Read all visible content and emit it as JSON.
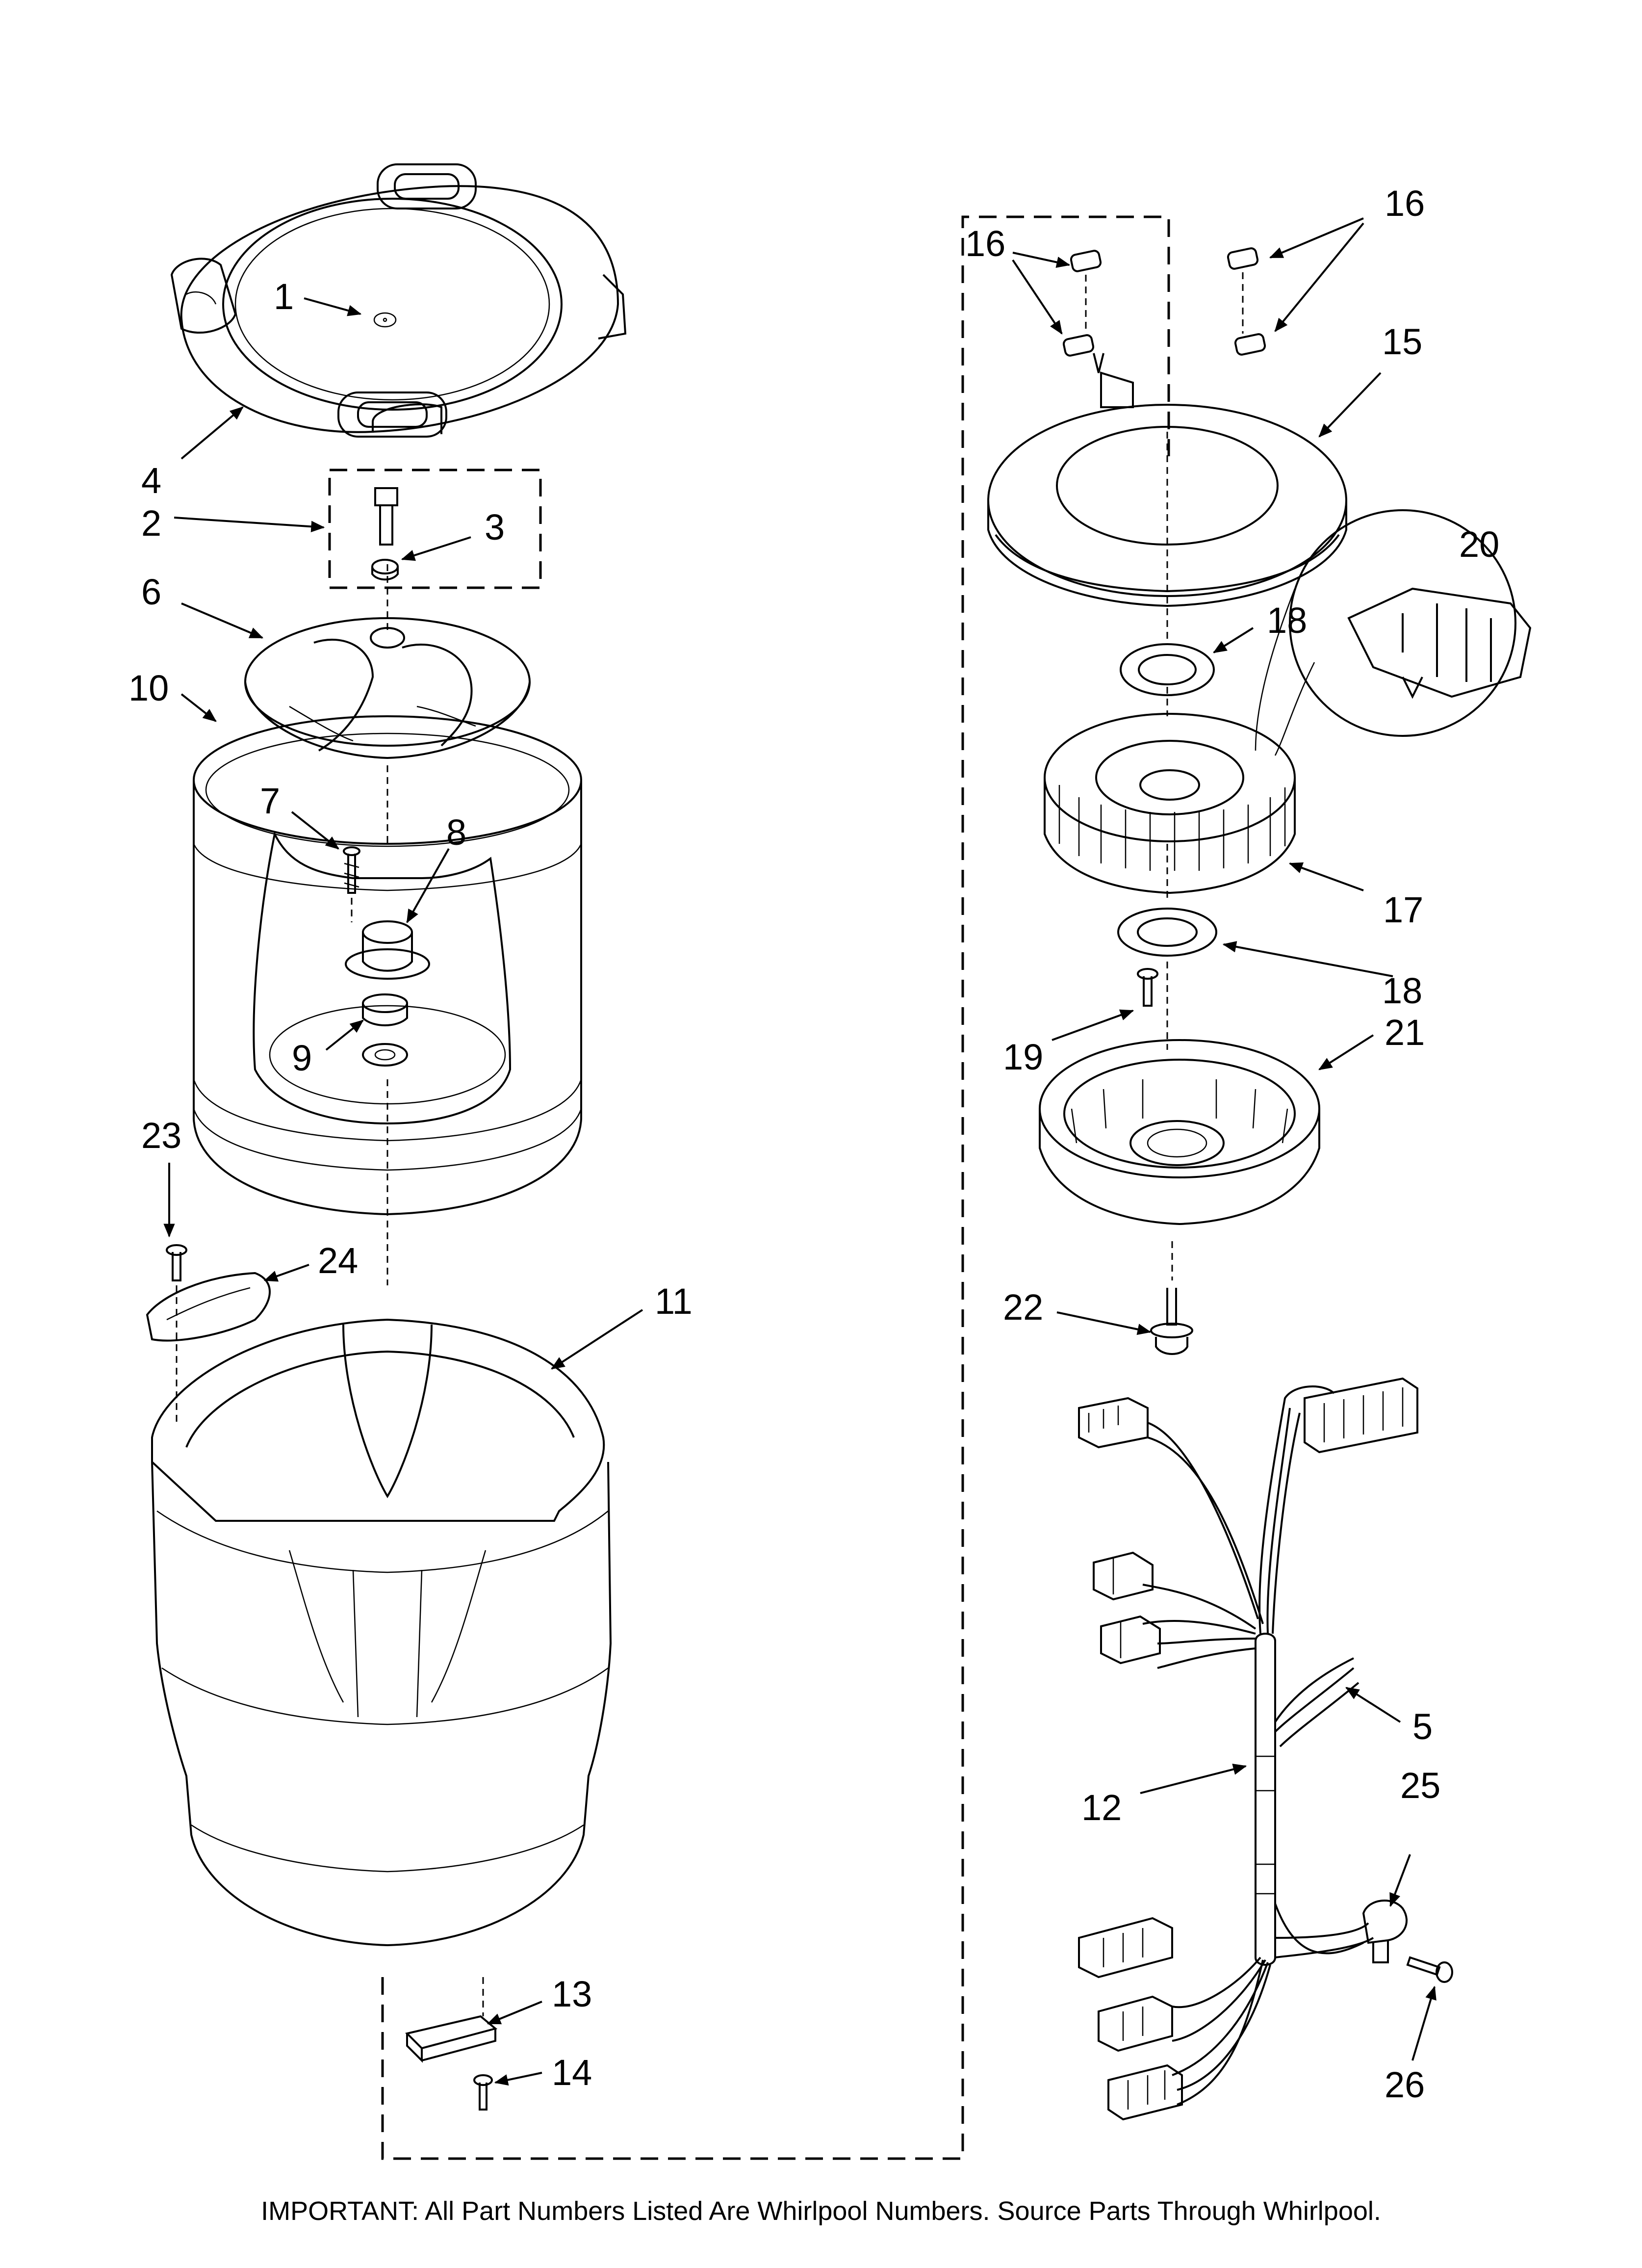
{
  "callouts": [
    {
      "id": "1",
      "text": "1"
    },
    {
      "id": "2",
      "text": "2"
    },
    {
      "id": "3",
      "text": "3"
    },
    {
      "id": "4",
      "text": "4"
    },
    {
      "id": "5",
      "text": "5"
    },
    {
      "id": "6",
      "text": "6"
    },
    {
      "id": "7",
      "text": "7"
    },
    {
      "id": "8",
      "text": "8"
    },
    {
      "id": "9",
      "text": "9"
    },
    {
      "id": "10",
      "text": "10"
    },
    {
      "id": "11",
      "text": "11"
    },
    {
      "id": "12",
      "text": "12"
    },
    {
      "id": "13",
      "text": "13"
    },
    {
      "id": "14",
      "text": "14"
    },
    {
      "id": "15",
      "text": "15"
    },
    {
      "id": "16a",
      "text": "16"
    },
    {
      "id": "16b",
      "text": "16"
    },
    {
      "id": "17",
      "text": "17"
    },
    {
      "id": "18a",
      "text": "18"
    },
    {
      "id": "18b",
      "text": "18"
    },
    {
      "id": "19",
      "text": "19"
    },
    {
      "id": "20",
      "text": "20"
    },
    {
      "id": "21",
      "text": "21"
    },
    {
      "id": "22",
      "text": "22"
    },
    {
      "id": "23",
      "text": "23"
    },
    {
      "id": "24",
      "text": "24"
    },
    {
      "id": "25",
      "text": "25"
    },
    {
      "id": "26",
      "text": "26"
    }
  ],
  "footer": {
    "note": "IMPORTANT: All Part Numbers Listed Are Whirlpool Numbers. Source Parts Through Whirlpool."
  }
}
